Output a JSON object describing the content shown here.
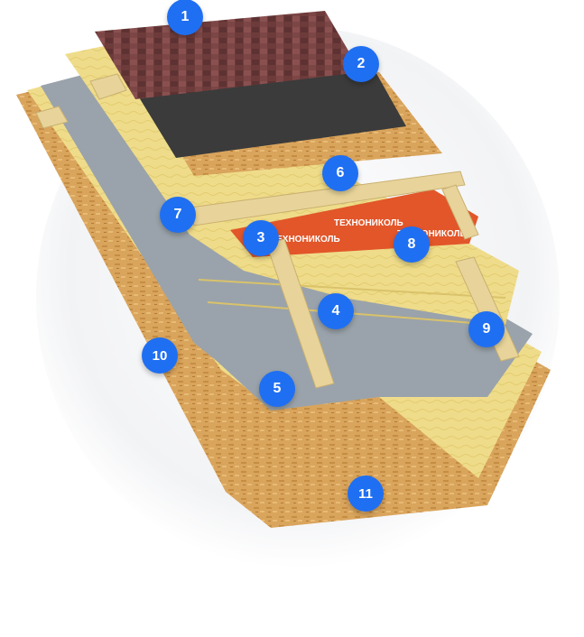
{
  "brand_label": "ТЕХНОНИКОЛЬ",
  "layers": [
    {
      "number": "1"
    },
    {
      "number": "2"
    },
    {
      "number": "3"
    },
    {
      "number": "4"
    },
    {
      "number": "5"
    },
    {
      "number": "6"
    },
    {
      "number": "7"
    },
    {
      "number": "8"
    },
    {
      "number": "9"
    },
    {
      "number": "10"
    },
    {
      "number": "11"
    }
  ],
  "colors": {
    "marker": "#1f6ff2",
    "shingles": "#6e3b3b",
    "underlay": "#3b3b3b",
    "osb": "#d9a45c",
    "insulation": "#efdc8a",
    "wood": "#e8d49a",
    "membrane_orange": "#e2562a",
    "vapor_barrier": "#9aa3ab"
  },
  "icons": {
    "shingles": "shingle-roof-layer",
    "underlay": "underlay-layer",
    "membrane": "windproof-membrane-layer",
    "insulation": "mineral-wool-layer",
    "vapor": "vapor-barrier-layer",
    "osb": "osb-board-layer"
  }
}
